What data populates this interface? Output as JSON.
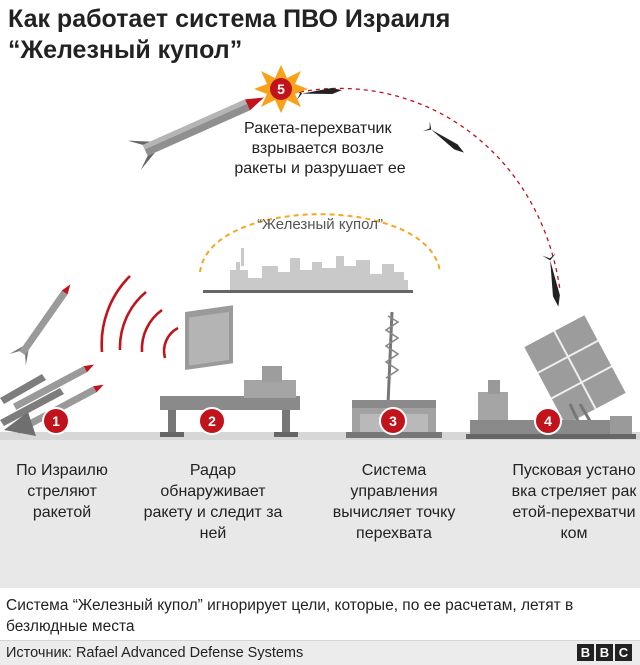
{
  "title": {
    "line1": "Как работает система ПВО Израиля",
    "line2": "“Железный купол”"
  },
  "interception": {
    "step_number": "5",
    "caption_lines": [
      "Ракета-перехватчик",
      "взрывается возле",
      "ракеты и разрушает ее"
    ]
  },
  "dome_label": "“Железный купол”",
  "steps": [
    {
      "number": "1",
      "label": "По Израилю стреляют ракетой"
    },
    {
      "number": "2",
      "label": "Радар обнаруживает ракету и следит за ней"
    },
    {
      "number": "3",
      "label": "Система управления вычисляет точку перехвата"
    },
    {
      "number": "4",
      "label": "Пусковая установка стреляет ракетой-перехватчиком"
    }
  ],
  "footnote": "Система “Железный купол” игнорирует цели, которые, по ее расчетам, летят в безлюдные места",
  "source": "Источник: Rafael Advanced Defense Systems",
  "logo": [
    "B",
    "B",
    "C"
  ],
  "colors": {
    "accent_red": "#b80000",
    "dome_orange": "#f5a623",
    "burst_orange": "#f7a21b",
    "equipment_grey": "#8a8a8a",
    "ground_grey": "#e6e6e6",
    "radar_wave": "#c0131c"
  }
}
